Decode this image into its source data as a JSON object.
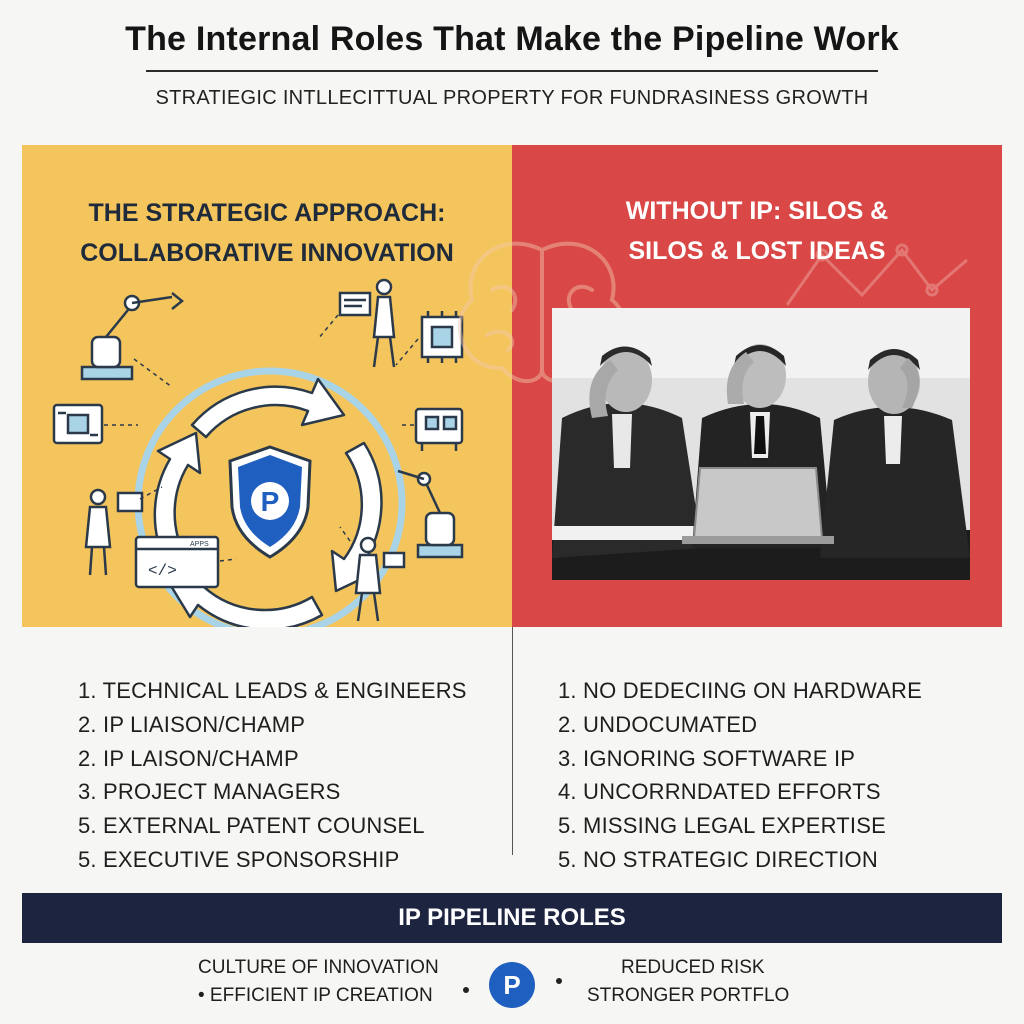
{
  "header": {
    "title": "The Internal Roles That Make the Pipeline Work",
    "subtitle": "STRATIEGIC INTLLECITTUAL PROPERTY FOR FUNDRASINESS GROWTH"
  },
  "left_panel": {
    "heading_line1": "THE STRATEGIC APPROACH:",
    "heading_line2": "COLLABORATIVE INNOVATION",
    "shield_letter": "P",
    "code_label": "APPS"
  },
  "right_panel": {
    "heading_line1": "WITHOUT IP:  SILOS &",
    "heading_line2": "SILOS & LOST IDEAS"
  },
  "left_list": [
    "1. TECHNICAL LEADS & ENGINEERS",
    "2. IP LIAISON/CHAMP",
    "2. IP LAISON/CHAMP",
    "3. PROJECT MANAGERS",
    "5. EXTERNAL PATENT COUNSEL",
    "5. EXECUTIVE SPONSORSHIP"
  ],
  "right_list": [
    "1. NO DEDECIING ON HARDWARE",
    "2. UNDOCUMATED",
    "3. IGNORING SOFTWARE IP",
    "4. UNCORRNDATED EFFORTS",
    "5. MISSING LEGAL EXPERTISE",
    "5. NO STRATEGIC DIRECTION"
  ],
  "banner": {
    "label": "IP PIPELINE ROLES"
  },
  "footer": {
    "left_line1": "CULTURE OF INNOVATION",
    "left_line2": "• EFFICIENT IP CREATION",
    "logo_letter": "P",
    "right_line1": "REDUCED RISK",
    "right_line2": "STRONGER PORTFLO"
  },
  "colors": {
    "left_panel": "#f4c55d",
    "right_panel": "#d94846",
    "banner": "#1d2440",
    "shield": "#1f5fc0"
  }
}
